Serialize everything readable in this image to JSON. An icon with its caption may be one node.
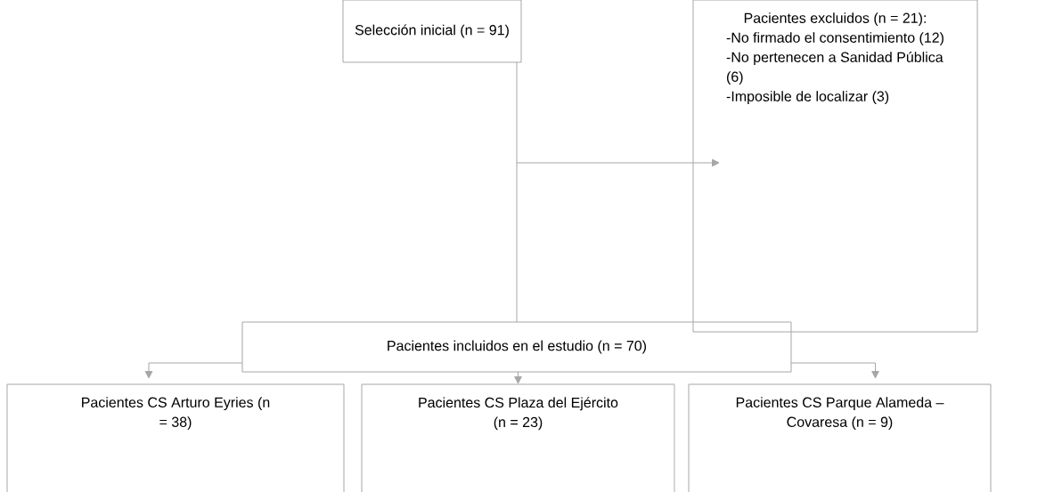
{
  "diagram": {
    "nodes": [
      {
        "text": [
          "Selección inicial (n = 91)"
        ]
      },
      {
        "text": [
          "Pacientes excluidos (n = 21):",
          "-No firmado el consentimiento (12)",
          "-No pertenecen a Sanidad Pública (6)",
          "-Imposible de localizar (3)"
        ]
      },
      {
        "text": [
          "Pacientes incluidos en el estudio (n = 70)"
        ]
      },
      {
        "text": [
          "Pacientes CS Arturo Eyries (n = 38)"
        ]
      },
      {
        "text": [
          "Pacientes CS Plaza del Ejército (n = 23)"
        ]
      },
      {
        "text": [
          "Pacientes CS Parque Alameda – Covaresa (n = 9)"
        ]
      }
    ],
    "edges": [
      {
        "from": 0,
        "to": 2,
        "arrow": "none"
      },
      {
        "from": null,
        "to": 1,
        "arrow": "to"
      },
      {
        "from": 2,
        "to": 3,
        "arrow": "to"
      },
      {
        "from": 2,
        "to": 4,
        "arrow": "to"
      },
      {
        "from": 2,
        "to": 5,
        "arrow": "to"
      }
    ]
  }
}
